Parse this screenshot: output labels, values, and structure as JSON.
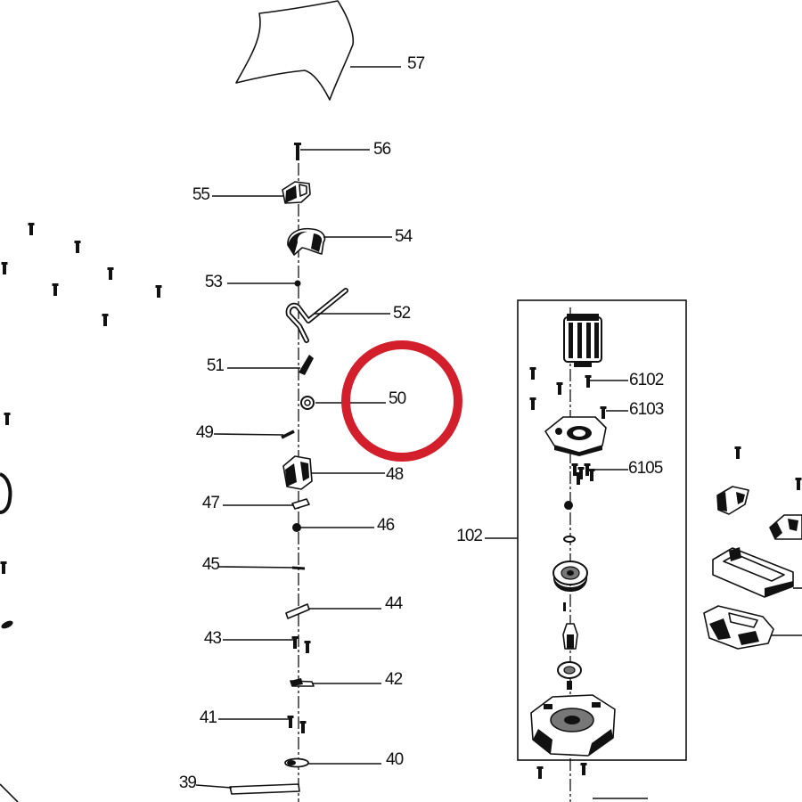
{
  "colors": {
    "background": "#ffffff",
    "ink": "#111111",
    "highlight": "#d21f2b"
  },
  "callouts": {
    "c57": "57",
    "c56": "56",
    "c55": "55",
    "c54": "54",
    "c53": "53",
    "c52": "52",
    "c51": "51",
    "c50": "50",
    "c49": "49",
    "c48": "48",
    "c47": "47",
    "c46": "46",
    "c45": "45",
    "c44": "44",
    "c43": "43",
    "c42": "42",
    "c41": "41",
    "c40": "40",
    "c39": "39",
    "c102": "102",
    "c6102": "6102",
    "c6103": "6103",
    "c6105": "6105"
  }
}
